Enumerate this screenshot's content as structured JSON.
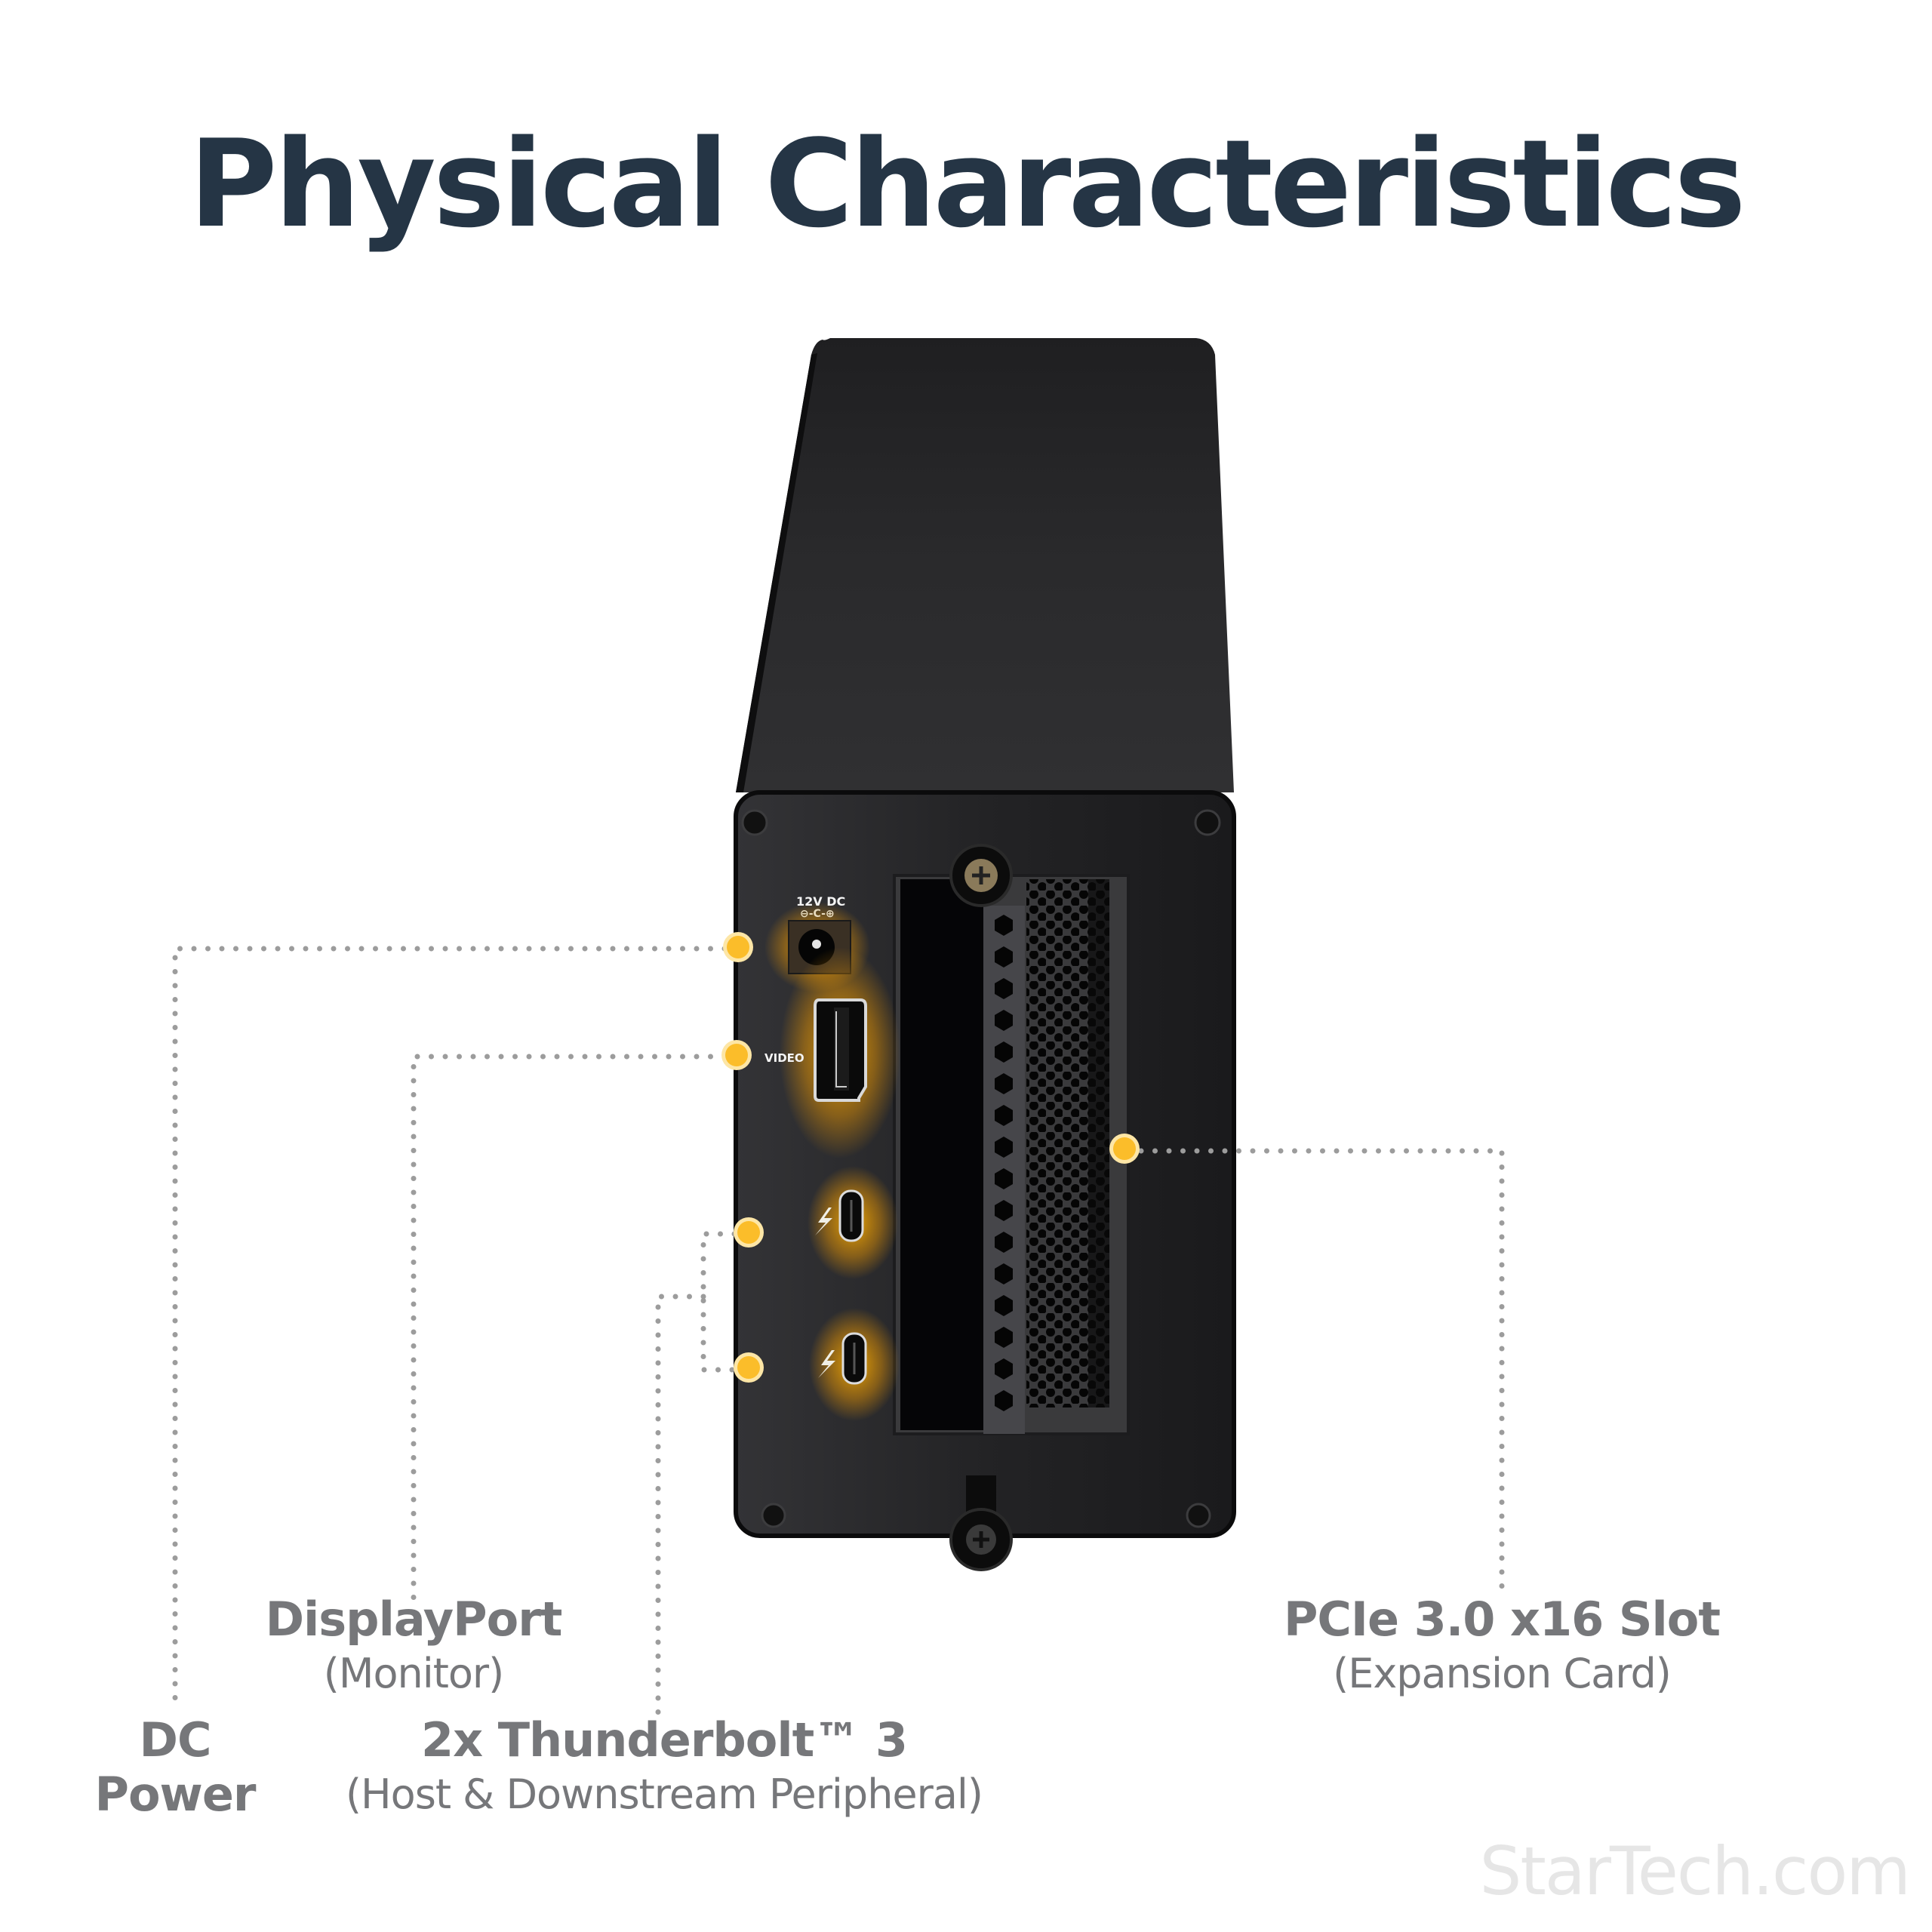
{
  "title": "Physical Characteristics",
  "colors": {
    "title": "#253545",
    "callout_text": "#76777a",
    "dot_fill": "#fbbd2a",
    "dot_ring": "#fde6a6",
    "connector_dots": "#9c9c9c",
    "port_glow": "#f7a800",
    "case": "#2b2b2d",
    "logo": "#e6e6e6"
  },
  "device": {
    "port_markings": {
      "dc_label": "12V DC",
      "dc_polarity": "⊖-C-⊕",
      "video_label": "VIDEO",
      "thunderbolt_icon": "⚡"
    }
  },
  "callouts": [
    {
      "id": "dc-power",
      "main_line1": "DC",
      "main_line2": "Power",
      "sub": ""
    },
    {
      "id": "displayport",
      "main": "DisplayPort",
      "sub": "(Monitor)"
    },
    {
      "id": "thunderbolt",
      "main": "2x Thunderbolt™ 3",
      "sub": "(Host & Downstream Peripheral)"
    },
    {
      "id": "pcie",
      "main": "PCIe 3.0 x16 Slot",
      "sub": "(Expansion Card)"
    }
  ],
  "brand": {
    "logo_text": "StarTech.com"
  }
}
